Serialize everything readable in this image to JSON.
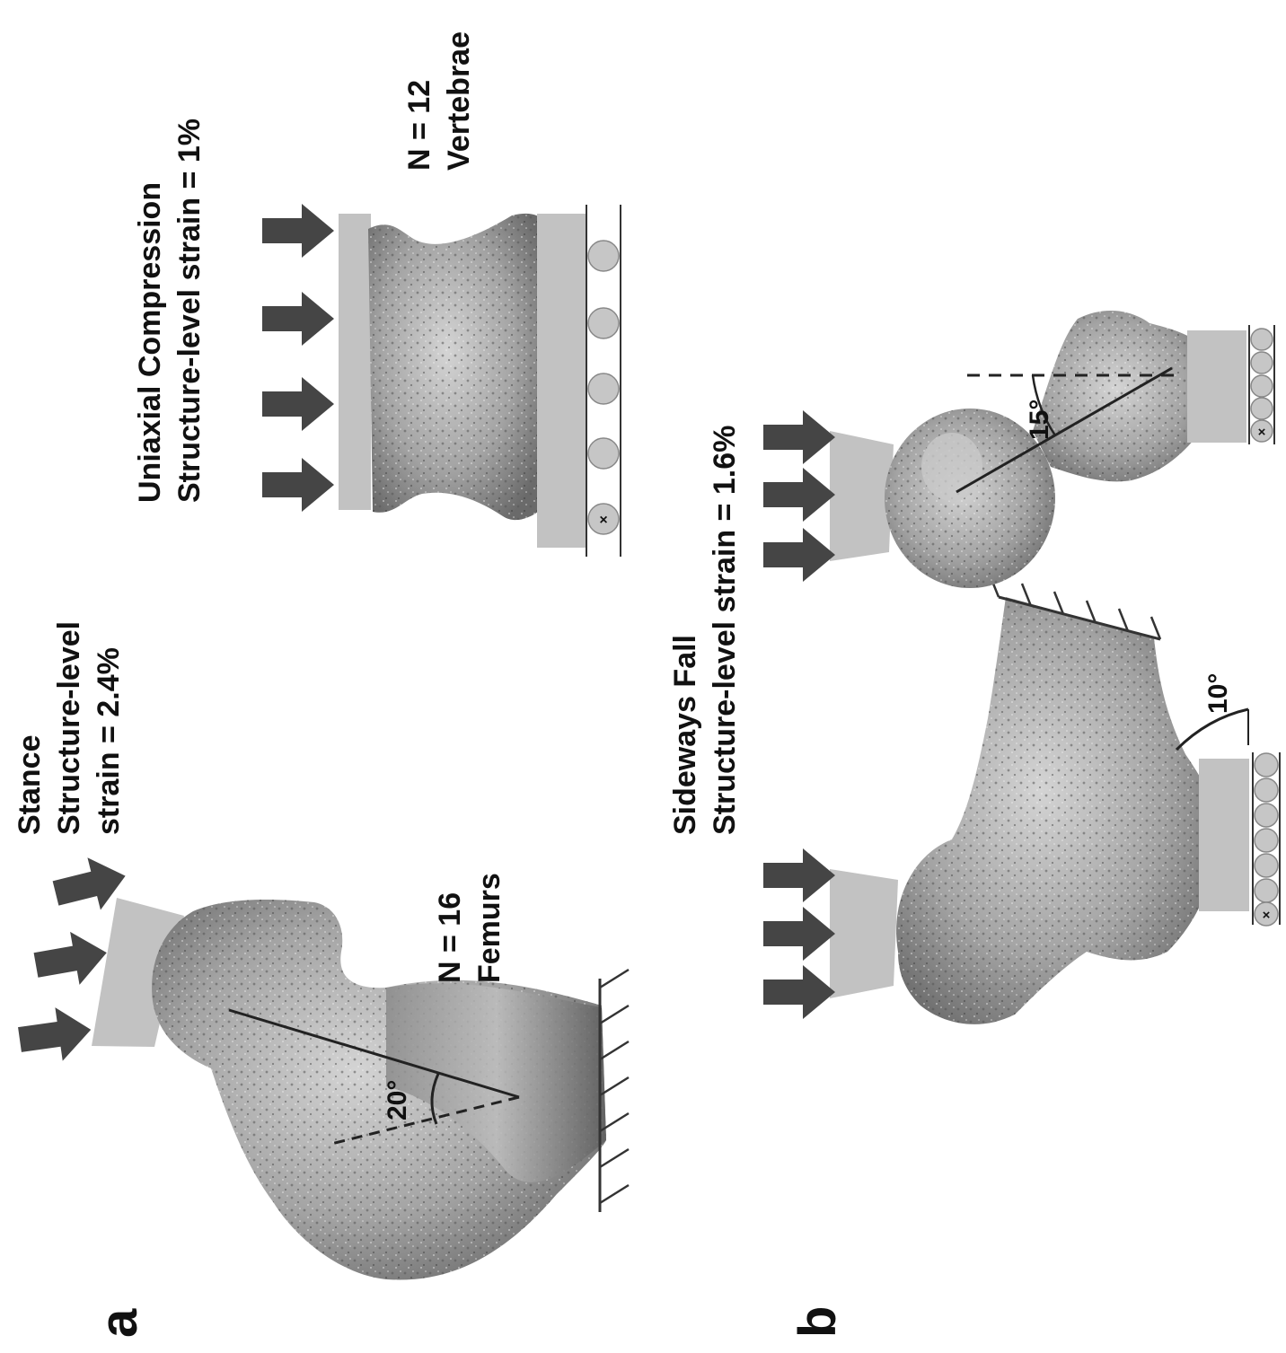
{
  "panels": {
    "a": {
      "letter": "a",
      "stance": {
        "title": "Stance",
        "line2": "Structure-level",
        "line3": "strain = 2.4%",
        "n_label": "N = 16",
        "specimen": "Femurs",
        "angle": "20°"
      },
      "compression": {
        "title": "Uniaxial Compression",
        "strain": "Structure-level strain = 1%",
        "n_label": "N = 12",
        "specimen": "Vertebrae"
      }
    },
    "b": {
      "letter": "b",
      "title": "Sideways Fall",
      "strain": "Structure-level strain = 1.6%",
      "angle_left": "10°",
      "angle_right": "15°"
    }
  },
  "colors": {
    "arrow": "#454545",
    "plate": "#c2c2c2",
    "bone_light": "#cfcfcf",
    "bone_dark": "#6e6e6e",
    "text": "#111111",
    "line": "#222222"
  }
}
